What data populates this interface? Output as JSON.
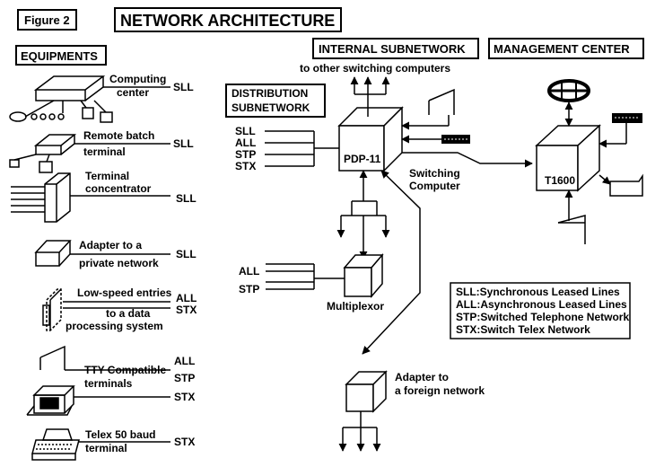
{
  "header": {
    "figure_label": "Figure 2",
    "title": "NETWORK  ARCHITECTURE"
  },
  "sections": {
    "equipments": "EQUIPMENTS",
    "internal_subnetwork": "INTERNAL SUBNETWORK",
    "internal_note": "to other switching computers",
    "management_center": "MANAGEMENT CENTER",
    "distribution_line1": "DISTRIBUTION",
    "distribution_line2": "SUBNETWORK"
  },
  "equipments": [
    {
      "label_lines": [
        "Computing",
        "center"
      ],
      "lines": [
        "SLL"
      ]
    },
    {
      "label_lines": [
        "Remote batch",
        "terminal"
      ],
      "lines": [
        "SLL"
      ]
    },
    {
      "label_lines": [
        "Terminal",
        "concentrator"
      ],
      "lines": [
        "SLL"
      ]
    },
    {
      "label_lines": [
        "Adapter to a",
        "private network"
      ],
      "lines": [
        "SLL"
      ]
    },
    {
      "label_lines": [
        "Low-speed entries",
        "to a data",
        "processing system"
      ],
      "lines": [
        "ALL",
        "STX"
      ]
    },
    {
      "label_lines": [
        "TTY Compatible",
        "terminals"
      ],
      "lines": [
        "ALL",
        "STP",
        "STX"
      ]
    },
    {
      "label_lines": [
        "Telex 50 baud",
        "terminal"
      ],
      "lines": [
        "STX"
      ]
    }
  ],
  "nodes": {
    "pdp11": "PDP-11",
    "switching_line1": "Switching",
    "switching_line2": "Computer",
    "t1600": "T1600",
    "multiplexor": "Multiplexor",
    "adapter_line1": "Adapter  to",
    "adapter_line2": "a foreign network"
  },
  "pdp_inputs": [
    "SLL",
    "ALL",
    "STP",
    "STX"
  ],
  "mux_inputs": [
    "ALL",
    "STP"
  ],
  "legend": [
    "SLL:Synchronous Leased Lines",
    "ALL:Asynchronous Leased Lines",
    "STP:Switched Telephone Network",
    "STX:Switch Telex Network"
  ]
}
